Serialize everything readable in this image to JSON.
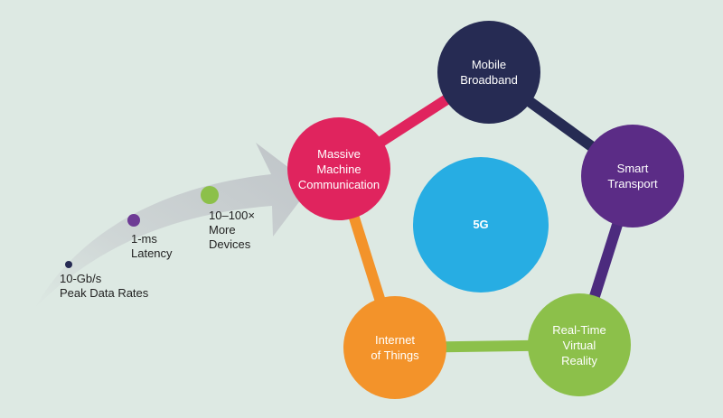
{
  "center": {
    "label": "5G",
    "color": "#27ade3"
  },
  "ring_colors": {
    "mobile_to_smart": "#262b53",
    "smart_to_vr": "#4c2b7e",
    "vr_to_iot": "#8cc04a",
    "iot_to_mmc": "#f3932a",
    "mmc_to_mobile": "#e0245e"
  },
  "nodes": [
    {
      "id": "mobile-broadband",
      "label": "Mobile\nBroadband",
      "color": "#262b53"
    },
    {
      "id": "smart-transport",
      "label": "Smart\nTransport",
      "color": "#5b2c86"
    },
    {
      "id": "real-time-vr",
      "label": "Real-Time\nVirtual\nReality",
      "color": "#8cc04a"
    },
    {
      "id": "internet-of-things",
      "label": "Internet\nof Things",
      "color": "#f3932a"
    },
    {
      "id": "massive-machine",
      "label": "Massive\nMachine\nCommunication",
      "color": "#e0245e"
    }
  ],
  "metrics": [
    {
      "id": "peak-data-rates",
      "label": "10-Gb/s\nPeak Data Rates",
      "dot_color": "#262b53"
    },
    {
      "id": "latency",
      "label": "1-ms\nLatency",
      "dot_color": "#6e3b95"
    },
    {
      "id": "more-devices",
      "label": "10–100×\nMore\nDevices",
      "dot_color": "#8cc04a"
    }
  ],
  "arrow_color": "#c2c7ca"
}
